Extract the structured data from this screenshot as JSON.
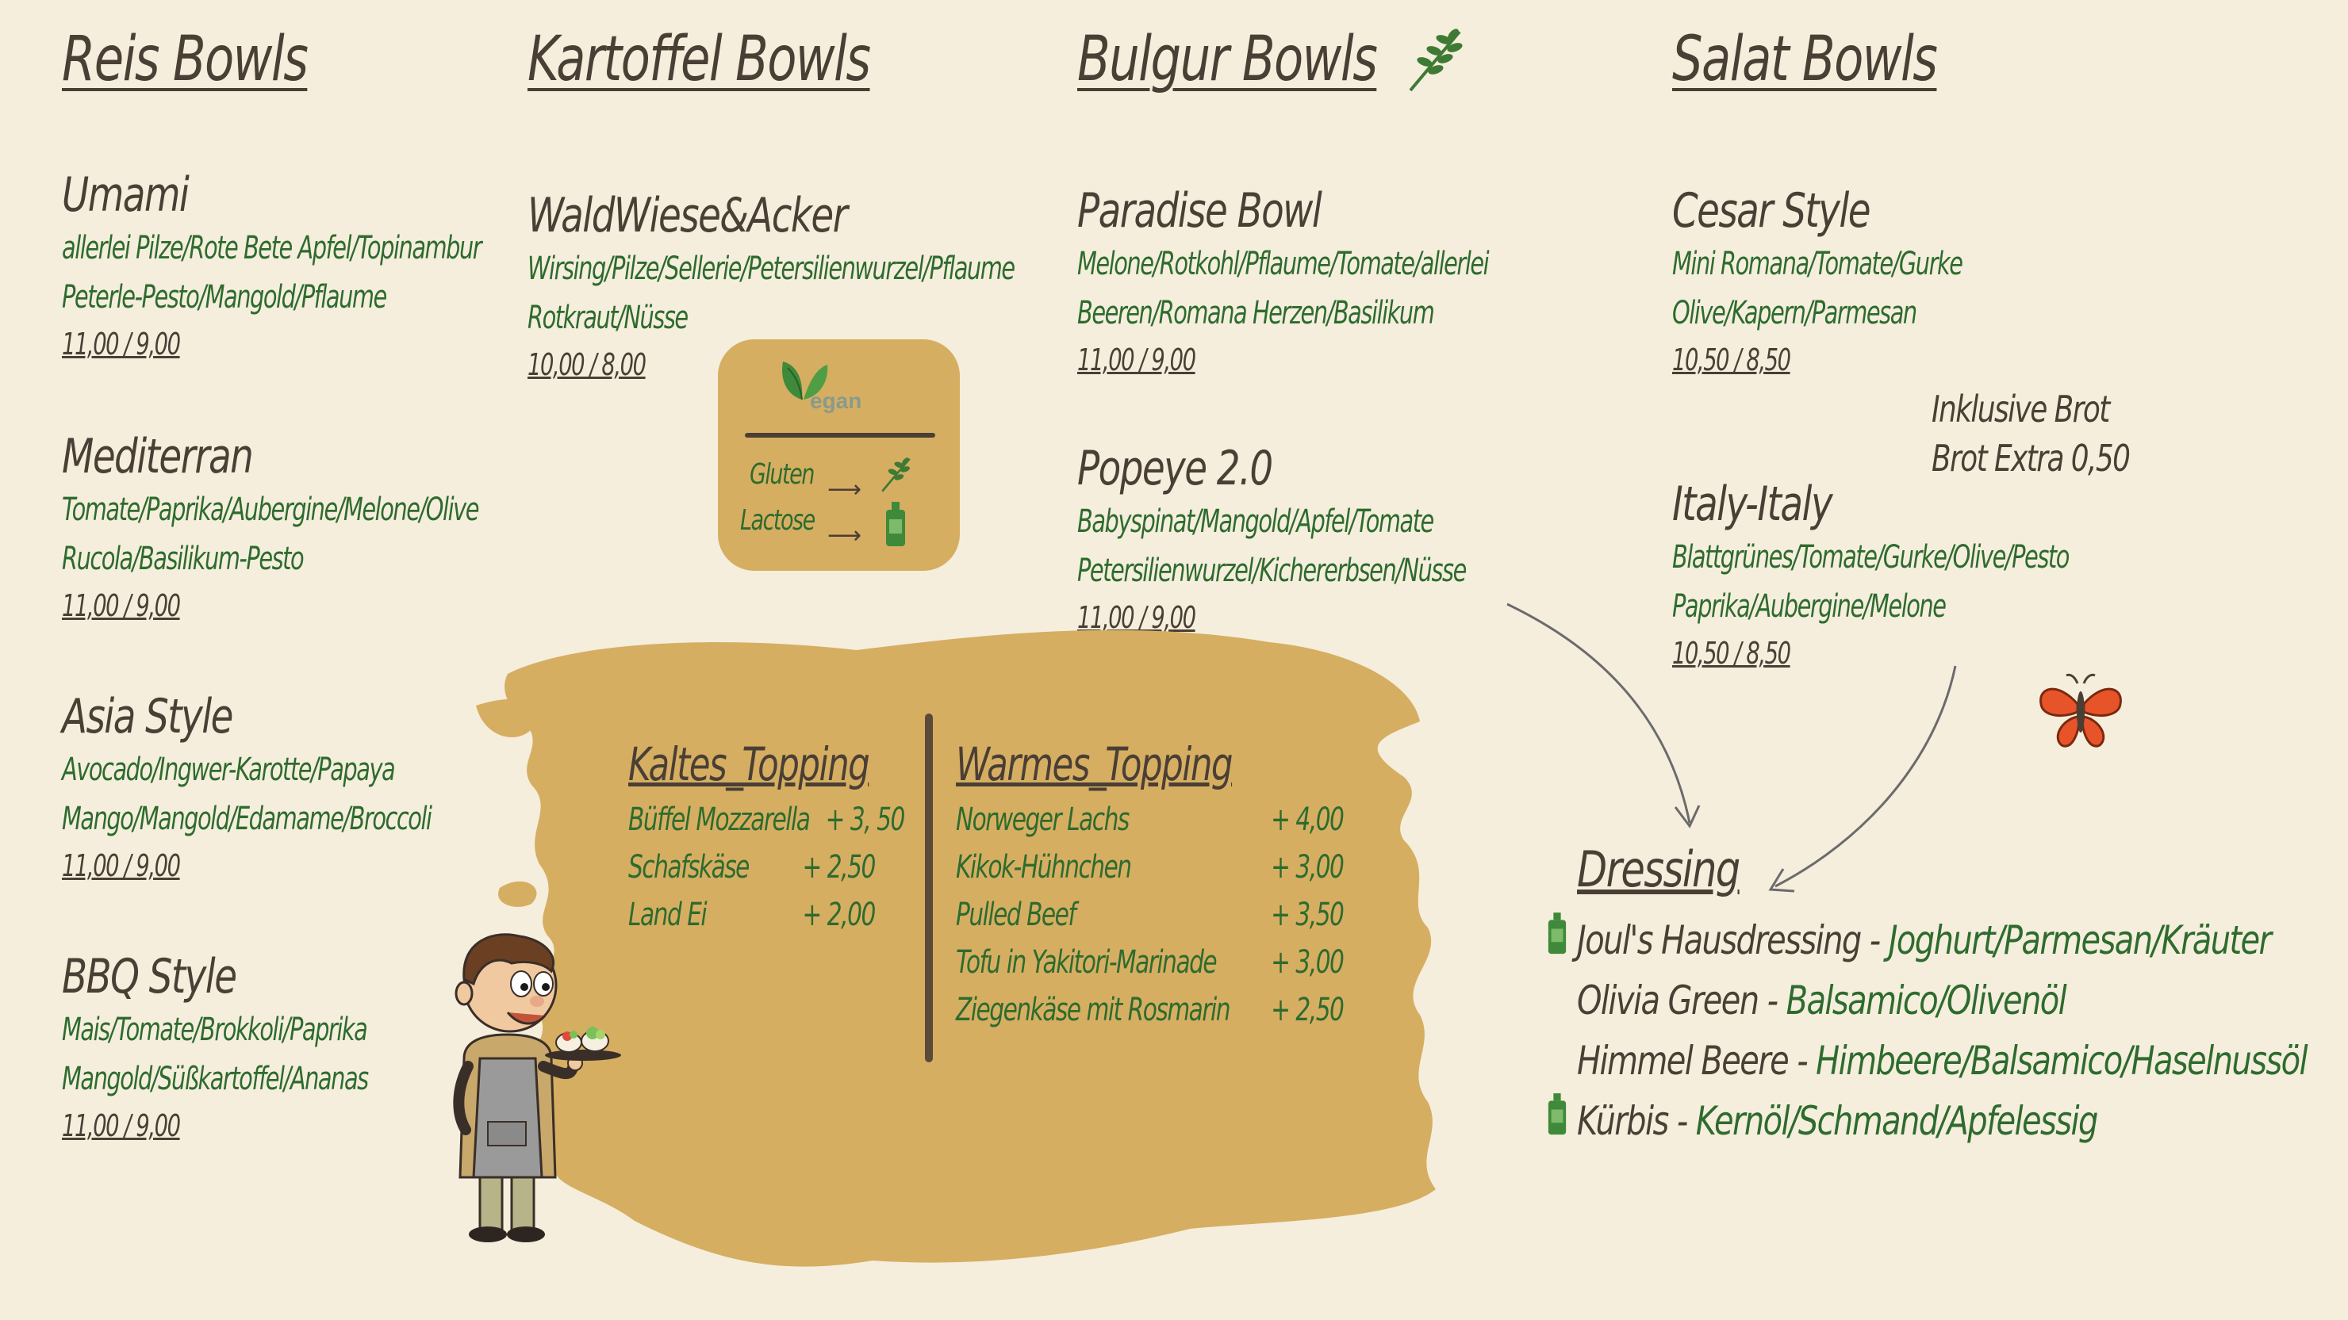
{
  "categories": {
    "reis": "Reis Bowls",
    "kartoffel": "Kartoffel Bowls",
    "bulgur": "Bulgur Bowls",
    "salat": "Salat Bowls"
  },
  "reis": [
    {
      "name": "Umami",
      "line1": "allerlei Pilze/Rote Bete Apfel/Topinambur",
      "line2": "Peterle-Pesto/Mangold/Pflaume",
      "price": "11,00 / 9,00"
    },
    {
      "name": "Mediterran",
      "line1": "Tomate/Paprika/Aubergine/Melone/Olive",
      "line2": "Rucola/Basilikum-Pesto",
      "price": "11,00 / 9,00"
    },
    {
      "name": "Asia Style",
      "line1": "Avocado/Ingwer-Karotte/Papaya",
      "line2": "Mango/Mangold/Edamame/Broccoli",
      "price": "11,00 / 9,00"
    },
    {
      "name": "BBQ Style",
      "line1": "Mais/Tomate/Brokkoli/Paprika",
      "line2": "Mangold/Süßkartoffel/Ananas",
      "price": "11,00 / 9,00"
    }
  ],
  "kartoffel": [
    {
      "name": "WaldWiese&Acker",
      "line1": "Wirsing/Pilze/Sellerie/Petersilienwurzel/Pflaume",
      "line2": "Rotkraut/Nüsse",
      "price": "10,00 / 8,00"
    }
  ],
  "bulgur": [
    {
      "name": "Paradise Bowl",
      "line1": "Melone/Rotkohl/Pflaume/Tomate/allerlei",
      "line2": "Beeren/Romana Herzen/Basilikum",
      "price": "11,00 / 9,00"
    },
    {
      "name": "Popeye 2.0",
      "line1": "Babyspinat/Mangold/Apfel/Tomate",
      "line2": "Petersilienwurzel/Kichererbsen/Nüsse",
      "price": "11,00 / 9,00"
    }
  ],
  "salat": [
    {
      "name": "Cesar Style",
      "line1": "Mini Romana/Tomate/Gurke",
      "line2": "Olive/Kapern/Parmesan",
      "price": "10,50 / 8,50"
    },
    {
      "name": "Italy-Italy",
      "line1": "Blattgrünes/Tomate/Gurke/Olive/Pesto",
      "line2": "Paprika/Aubergine/Melone",
      "price": "10,50 / 8,50"
    }
  ],
  "brot": {
    "line1": "Inklusive Brot",
    "line2": "Brot Extra 0,50"
  },
  "legend": {
    "vegan": "egan",
    "gluten": "Gluten",
    "lactose": "Lactose"
  },
  "toppings": {
    "kalt_title": "Kaltes_Topping",
    "kalt": [
      {
        "name": "Büffel Mozzarella",
        "price": "+ 3, 50"
      },
      {
        "name": "Schafskäse",
        "price": "+ 2,50"
      },
      {
        "name": "Land Ei",
        "price": "+ 2,00"
      }
    ],
    "warm_title": "Warmes_Topping",
    "warm": [
      {
        "name": "Norweger Lachs",
        "price": "+ 4,00"
      },
      {
        "name": "Kikok-Hühnchen",
        "price": "+ 3,00"
      },
      {
        "name": "Pulled Beef",
        "price": "+ 3,50"
      },
      {
        "name": "Tofu in Yakitori-Marinade",
        "price": "+ 3,00"
      },
      {
        "name": "Ziegenkäse mit Rosmarin",
        "price": "+ 2,50"
      }
    ]
  },
  "dressing": {
    "title": "Dressing",
    "items": [
      {
        "name": "Joul's Hausdressing",
        "sep": " - ",
        "desc": "Joghurt/Parmesan/Kräuter"
      },
      {
        "name": "Olivia Green",
        "sep": " - ",
        "desc": "Balsamico/Olivenöl"
      },
      {
        "name": "Himmel Beere",
        "sep": " - ",
        "desc": "Himbeere/Balsamico/Haselnussöl"
      },
      {
        "name": "Kürbis",
        "sep": " - ",
        "desc": "Kernöl/Schmand/Apfelessig"
      }
    ]
  },
  "colors": {
    "background": "#f5eedd",
    "brown": "#4a3f35",
    "green": "#2e6b2e",
    "mustard": "#d6ae62",
    "butterfly": "#e8542a"
  }
}
